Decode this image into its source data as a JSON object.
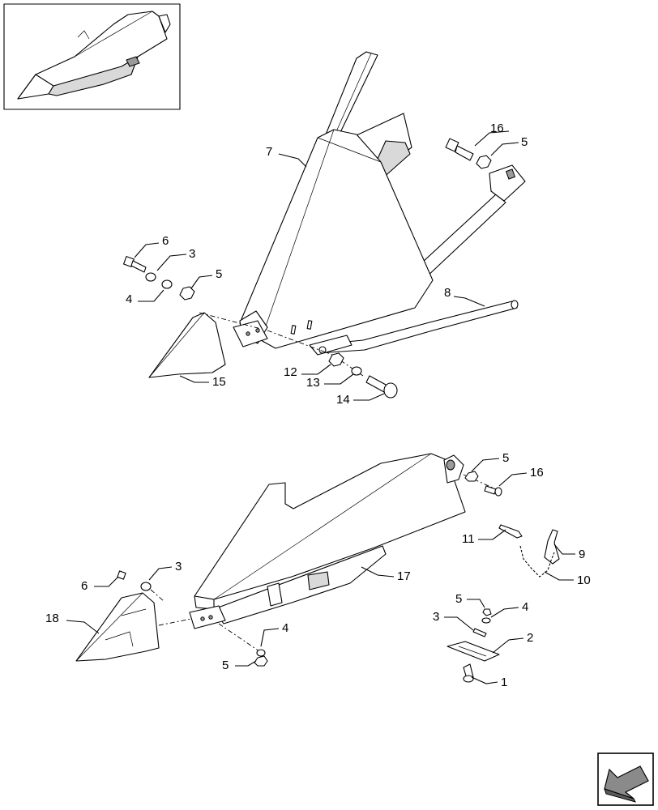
{
  "callouts_upper": {
    "c16": "16",
    "c5a": "5",
    "c7": "7",
    "c6": "6",
    "c3": "3",
    "c5b": "5",
    "c4": "4",
    "c8": "8",
    "c12": "12",
    "c13": "13",
    "c14": "14",
    "c15": "15"
  },
  "callouts_lower": {
    "c5a": "5",
    "c16": "16",
    "c11": "11",
    "c9": "9",
    "c10": "10",
    "c17": "17",
    "c6": "6",
    "c3a": "3",
    "c18": "18",
    "c4a": "4",
    "c5b": "5",
    "c5c": "5",
    "c4b": "4",
    "c3b": "3",
    "c2": "2",
    "c1": "1"
  },
  "icons": {
    "thumbnail": "assembly-thumbnail-icon",
    "nav": "previous-page-arrow-icon"
  }
}
